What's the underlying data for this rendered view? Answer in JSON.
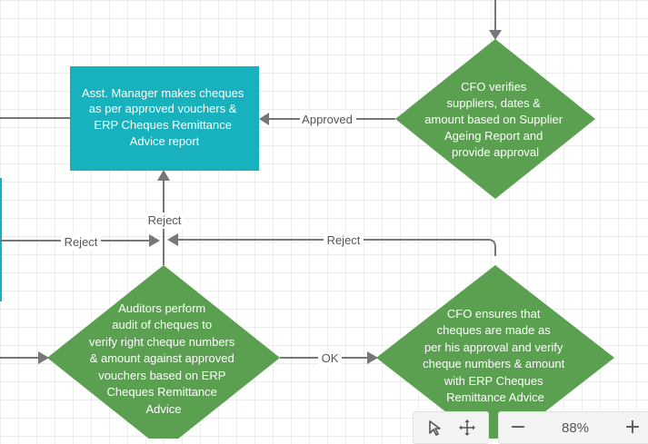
{
  "colors": {
    "teal": "#17b2bd",
    "green": "#5b9f51",
    "connector": "#777777",
    "grid": "#ececec"
  },
  "nodes": {
    "asst_manager": [
      "Asst. Manager makes cheques",
      "as per approved vouchers &",
      "ERP Cheques Remittance",
      "Advice report"
    ],
    "cfo_verifies": [
      "CFO verifies",
      "suppliers, dates &",
      "amount based on Supplier",
      "Ageing Report and",
      "provide approval"
    ],
    "auditors": [
      "Auditors perform",
      "audit of cheques to",
      "verify right cheque numbers",
      "& amount against approved",
      "vouchers based on ERP",
      "Cheques Remittance",
      "Advice"
    ],
    "cfo_ensures": [
      "CFO ensures that",
      "cheques are made as",
      "per his approval and verify",
      "cheque numbers & amount",
      "with ERP Cheques",
      "Remittance Advice"
    ]
  },
  "edge_labels": {
    "approved": "Approved",
    "reject_up": "Reject",
    "reject_left": "Reject",
    "reject_right": "Reject",
    "ok": "OK"
  },
  "toolbar": {
    "select_icon": "pointer-icon",
    "pan_icon": "move-icon",
    "zoom_out": "−",
    "zoom_level": "88%",
    "zoom_in": "+"
  }
}
